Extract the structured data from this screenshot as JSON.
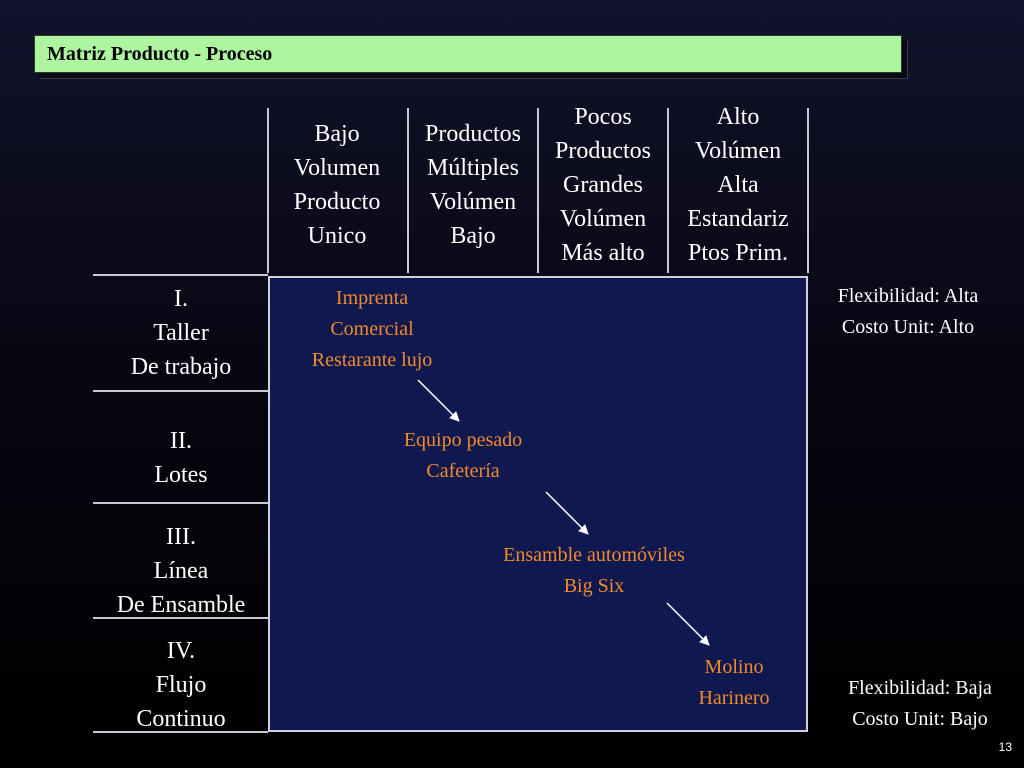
{
  "title": "Matriz Producto - Proceso",
  "columns": [
    {
      "lines": [
        "Bajo",
        "Volumen",
        "Producto",
        "Unico"
      ]
    },
    {
      "lines": [
        "Productos",
        "Múltiples",
        "Volúmen",
        "Bajo"
      ]
    },
    {
      "lines": [
        "Pocos",
        "Productos",
        "Grandes",
        "Volúmen",
        "Más alto"
      ]
    },
    {
      "lines": [
        "Alto",
        "Volúmen",
        "Alta",
        "Estandariz",
        "Ptos Prim."
      ]
    }
  ],
  "rows": [
    {
      "lines": [
        "I.",
        "Taller",
        "De trabajo"
      ]
    },
    {
      "lines": [
        "II.",
        "Lotes"
      ]
    },
    {
      "lines": [
        "III.",
        "Línea",
        "De Ensamble"
      ]
    },
    {
      "lines": [
        "IV.",
        "Flujo",
        "Continuo"
      ]
    }
  ],
  "examples": [
    {
      "lines": [
        "Imprenta",
        "Comercial",
        "Restarante lujo"
      ]
    },
    {
      "lines": [
        "Equipo pesado",
        "Cafetería"
      ]
    },
    {
      "lines": [
        "Ensamble automóviles",
        "Big Six"
      ]
    },
    {
      "lines": [
        "Molino",
        "Harinero"
      ]
    }
  ],
  "notes": {
    "top": {
      "lines": [
        "Flexibilidad: Alta",
        "Costo Unit: Alto"
      ]
    },
    "bottom": {
      "lines": [
        "Flexibilidad: Baja",
        "Costo Unit: Bajo"
      ]
    }
  },
  "colors": {
    "title_bg": "#aef5a0",
    "matrix_bg": "#101850",
    "example_text": "#f08a2c"
  },
  "page_number": "13"
}
